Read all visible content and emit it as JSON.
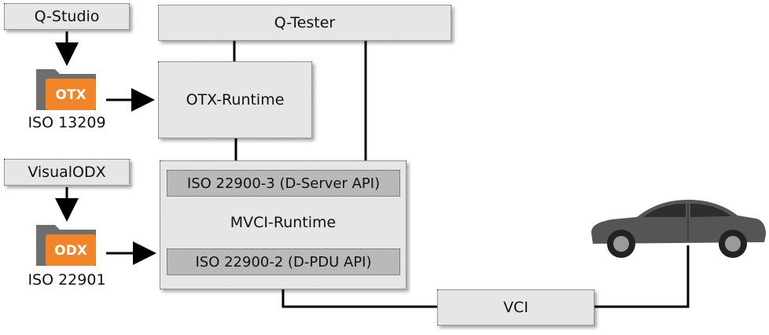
{
  "tools": {
    "q_studio": "Q-Studio",
    "visual_odx": "VisualODX",
    "q_tester": "Q-Tester"
  },
  "files": {
    "otx": {
      "badge": "OTX",
      "caption": "ISO 13209"
    },
    "odx": {
      "badge": "ODX",
      "caption": "ISO 22901"
    }
  },
  "runtimes": {
    "otx_runtime": "OTX-Runtime",
    "mvci_runtime": "MVCI-Runtime",
    "d_server_api": "ISO 22900-3 (D-Server API)",
    "d_pdu_api": "ISO 22900-2 (D-PDU API)"
  },
  "vci": "VCI",
  "colors": {
    "box_fill": "#e6e6e6",
    "inner_fill": "#b9b9b9",
    "folder_orange": "#f0852a",
    "folder_gray": "#6e6e6e",
    "car": "#555555"
  }
}
